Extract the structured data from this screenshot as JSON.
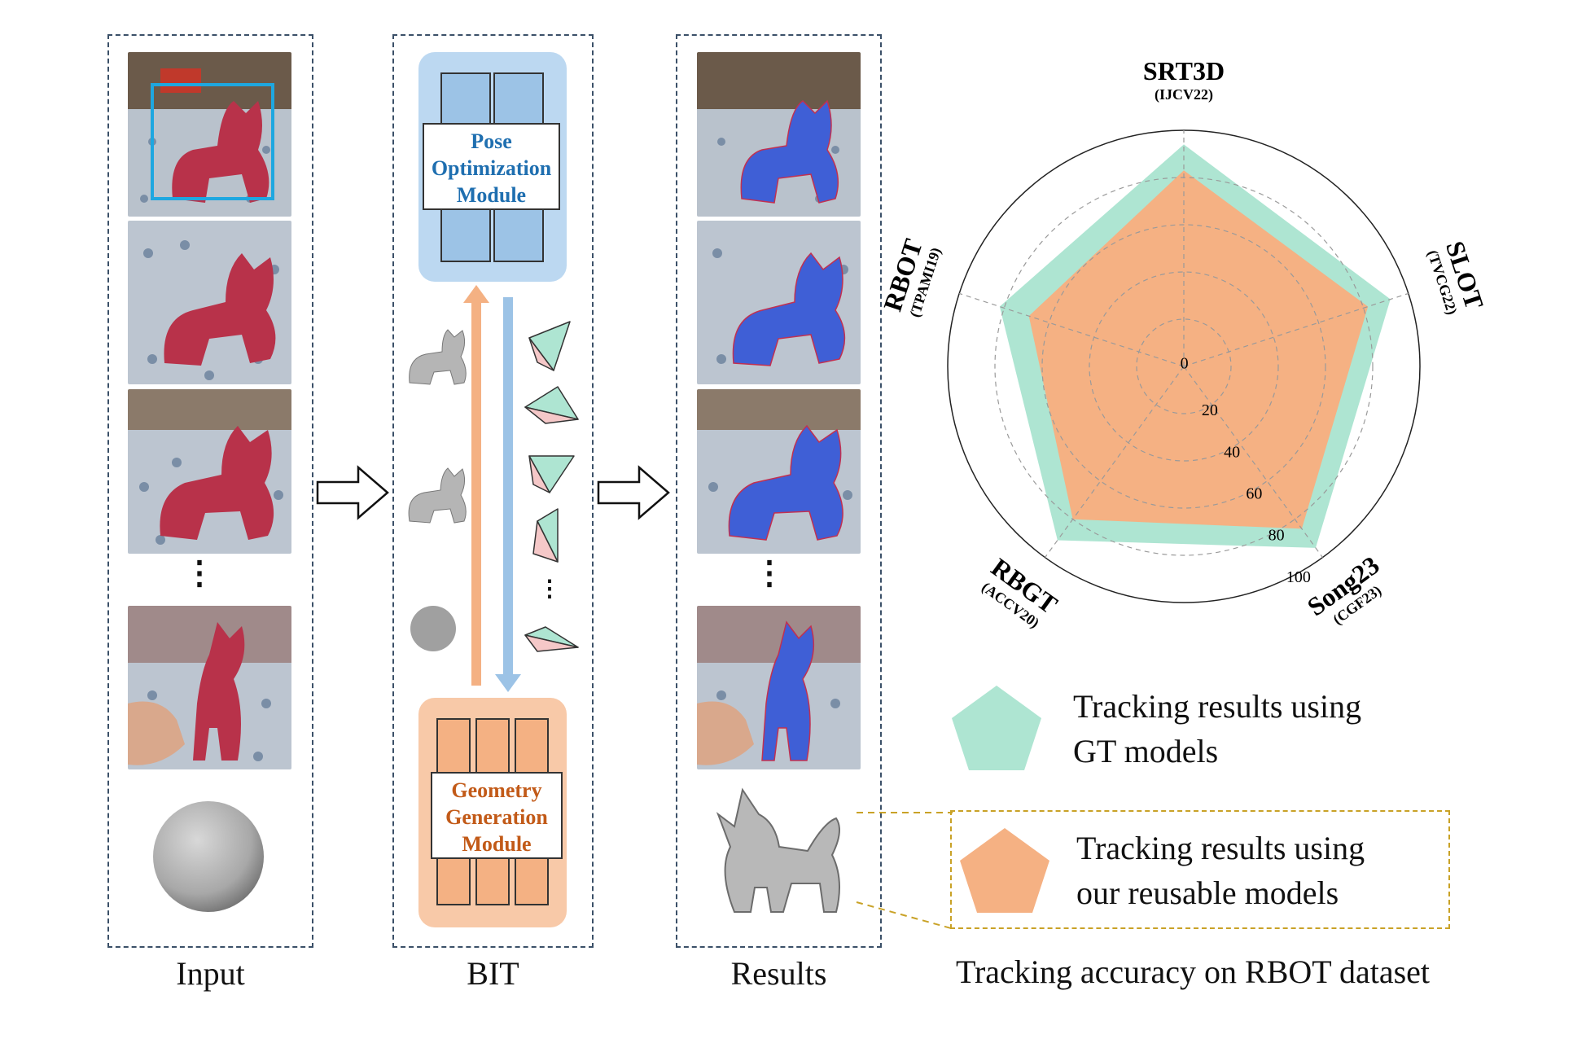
{
  "panels": {
    "input": {
      "caption": "Input"
    },
    "bit": {
      "caption": "BIT",
      "pose_module": {
        "line1": "Pose",
        "line2": "Optimization",
        "line3": "Module",
        "color": "#1f6fb0"
      },
      "geometry_module": {
        "line1": "Geometry",
        "line2": "Generation",
        "line3": "Module",
        "color": "#c25a18"
      },
      "ellipsis": "⋮"
    },
    "results": {
      "caption": "Results"
    }
  },
  "ellipsis": "⋮",
  "chart_caption": "Tracking accuracy on RBOT dataset",
  "legend": {
    "gt": "Tracking results using GT models",
    "gt_lines": [
      "Tracking results using",
      "GT models"
    ],
    "ours": "Tracking results using our reusable models",
    "ours_lines": [
      "Tracking results using",
      "our reusable models"
    ]
  },
  "colors": {
    "gt": "#aee5d2",
    "ours": "#f5b183",
    "pose_bg": "#bcd8f1",
    "pose_bars": "#9cc3e6",
    "geo_bg": "#f8c9a8",
    "geo_bars": "#f4b183",
    "frame_dash": "#3b5068",
    "callout": "#c9a227"
  },
  "chart_data": {
    "type": "radar",
    "axes": [
      {
        "name": "SRT3D",
        "venue": "(IJCV22)"
      },
      {
        "name": "SLOT",
        "venue": "(TVCG22)"
      },
      {
        "name": "Song23",
        "venue": "(CGF23)"
      },
      {
        "name": "RBGT",
        "venue": "(ACCV20)"
      },
      {
        "name": "RBOT",
        "venue": "(TPAMI19)"
      }
    ],
    "rticks": [
      0,
      20,
      40,
      60,
      80,
      100
    ],
    "rlim": [
      0,
      100
    ],
    "series": [
      {
        "key": "gt",
        "values": [
          94,
          92,
          95,
          91,
          82
        ]
      },
      {
        "key": "ours",
        "values": [
          83,
          82,
          85,
          80,
          69
        ]
      }
    ]
  }
}
